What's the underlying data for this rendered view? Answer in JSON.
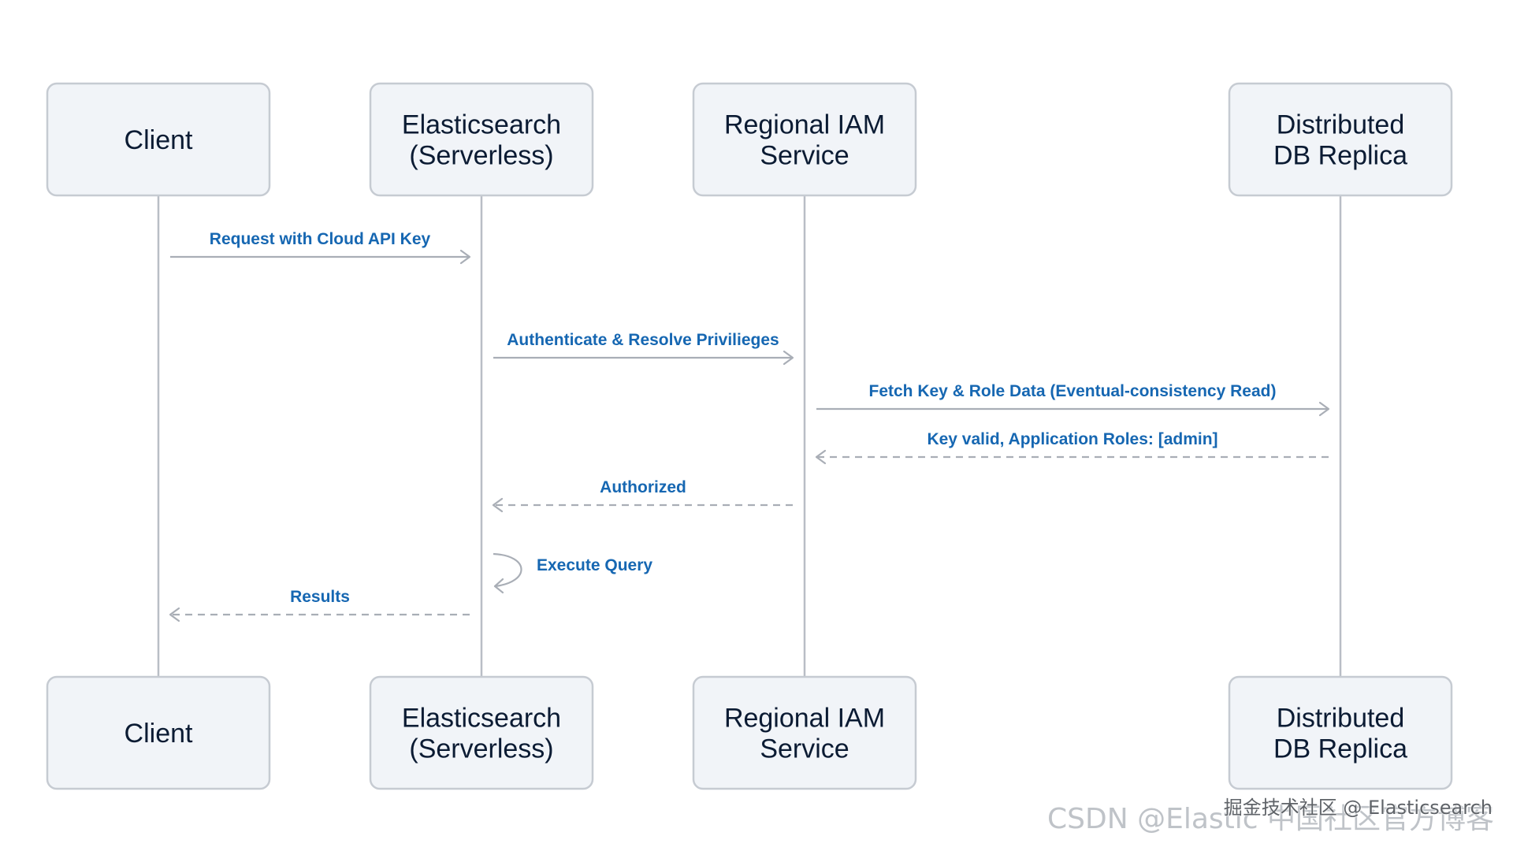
{
  "participants": [
    {
      "id": "client",
      "lines": [
        "Client"
      ]
    },
    {
      "id": "elasticsearch",
      "lines": [
        "Elasticsearch",
        "(Serverless)"
      ]
    },
    {
      "id": "iam",
      "lines": [
        "Regional IAM",
        "Service"
      ]
    },
    {
      "id": "db",
      "lines": [
        "Distributed",
        "DB Replica"
      ]
    }
  ],
  "messages": [
    {
      "from": "client",
      "to": "elasticsearch",
      "label": "Request with Cloud API Key",
      "style": "solid"
    },
    {
      "from": "elasticsearch",
      "to": "iam",
      "label": "Authenticate & Resolve Privilieges",
      "style": "solid"
    },
    {
      "from": "iam",
      "to": "db",
      "label": "Fetch Key & Role Data (Eventual-consistency Read)",
      "style": "solid"
    },
    {
      "from": "db",
      "to": "iam",
      "label": "Key valid, Application Roles: [admin]",
      "style": "dashed"
    },
    {
      "from": "iam",
      "to": "elasticsearch",
      "label": "Authorized",
      "style": "dashed"
    },
    {
      "from": "elasticsearch",
      "to": "elasticsearch",
      "label": "Execute Query",
      "style": "self"
    },
    {
      "from": "elasticsearch",
      "to": "client",
      "label": "Results",
      "style": "dashed"
    }
  ],
  "colors": {
    "box_fill": "#f1f4f8",
    "box_stroke": "#c6cbd2",
    "participant_text": "#0b1b33",
    "message_text": "#1667b2",
    "line": "#a9aeb6"
  },
  "watermark": {
    "primary": "CSDN @Elastic 中国社区官方博客",
    "secondary": "掘金技术社区 @ Elasticsearch"
  }
}
